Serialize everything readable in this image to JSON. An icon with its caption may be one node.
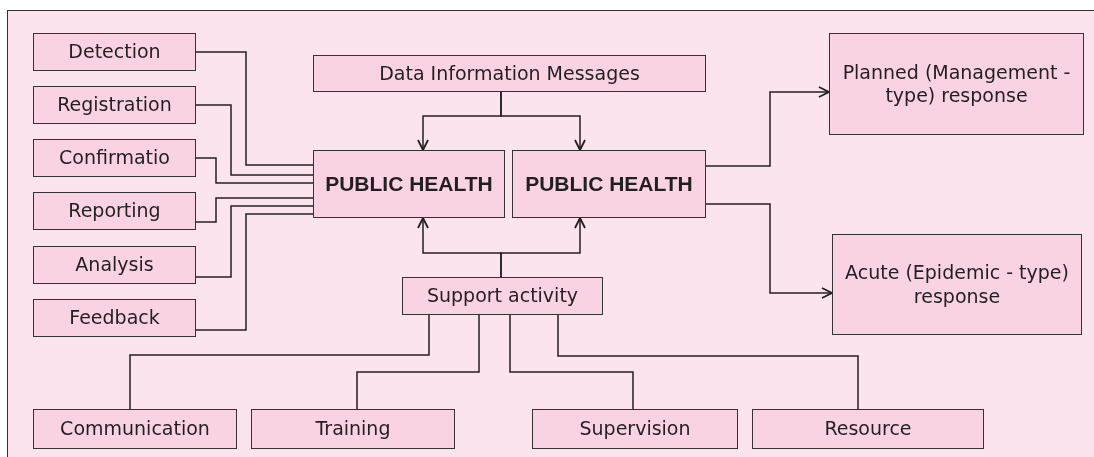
{
  "diagram": {
    "nodes": [
      {
        "text": [
          "Detection"
        ]
      },
      {
        "text": [
          "Registration"
        ]
      },
      {
        "text": [
          "Confirmatio"
        ]
      },
      {
        "text": [
          "Reporting"
        ]
      },
      {
        "text": [
          "Analysis"
        ]
      },
      {
        "text": [
          "Feedback"
        ]
      },
      {
        "text": [
          "Data Information Messages"
        ]
      },
      {
        "text": [
          "PUBLIC HEALTH"
        ]
      },
      {
        "text": [
          "PUBLIC HEALTH"
        ]
      },
      {
        "text": [
          "Support activity"
        ]
      },
      {
        "text": [
          "Planned (Management - type) response"
        ]
      },
      {
        "text": [
          "Acute (Epidemic - type) response"
        ]
      },
      {
        "text": [
          "Communication"
        ]
      },
      {
        "text": [
          "Training"
        ]
      },
      {
        "text": [
          "Supervision"
        ]
      },
      {
        "text": [
          "Resource"
        ]
      }
    ],
    "edges": [
      {
        "from": 0,
        "to": 7,
        "arrow": "none"
      },
      {
        "from": 1,
        "to": 7,
        "arrow": "none"
      },
      {
        "from": 2,
        "to": 7,
        "arrow": "none"
      },
      {
        "from": 3,
        "to": 7,
        "arrow": "none"
      },
      {
        "from": 4,
        "to": 7,
        "arrow": "none"
      },
      {
        "from": 5,
        "to": 7,
        "arrow": "none"
      },
      {
        "from": 6,
        "to": 7,
        "arrow": "to"
      },
      {
        "from": 6,
        "to": 8,
        "arrow": "to"
      },
      {
        "from": 9,
        "to": 7,
        "arrow": "to"
      },
      {
        "from": 9,
        "to": 8,
        "arrow": "to"
      },
      {
        "from": 8,
        "to": 10,
        "arrow": "to"
      },
      {
        "from": 8,
        "to": 11,
        "arrow": "to"
      },
      {
        "from": 9,
        "to": 12,
        "arrow": "none"
      },
      {
        "from": 9,
        "to": 13,
        "arrow": "none"
      },
      {
        "from": 9,
        "to": 14,
        "arrow": "none"
      },
      {
        "from": 9,
        "to": 15,
        "arrow": "none"
      }
    ]
  }
}
